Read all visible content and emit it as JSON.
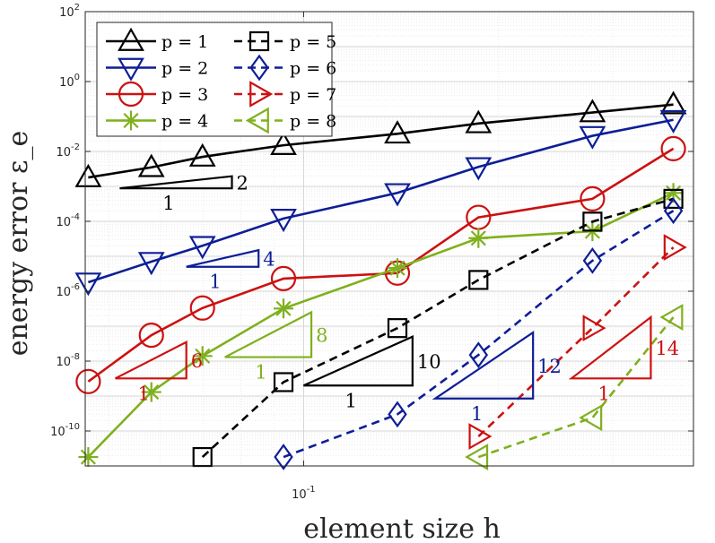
{
  "chart_data": {
    "type": "line",
    "xlabel": "element size h",
    "ylabel": "energy error ε_e",
    "xscale": "log",
    "yscale": "log",
    "xlim": [
      0.046,
      0.4
    ],
    "ylim": [
      1e-11,
      100
    ],
    "xtick_labels": [
      {
        "value": 0.1,
        "label": "10^-1"
      }
    ],
    "ytick_labels": [
      {
        "value": 1e-10,
        "label": "10^-10"
      },
      {
        "value": 1e-08,
        "label": "10^-8"
      },
      {
        "value": 1e-06,
        "label": "10^-6"
      },
      {
        "value": 0.0001,
        "label": "10^-4"
      },
      {
        "value": 0.01,
        "label": "10^-2"
      },
      {
        "value": 1,
        "label": "10^0"
      },
      {
        "value": 100,
        "label": "10^2"
      }
    ],
    "grid": true,
    "legend_position": "top-left",
    "series": [
      {
        "name": "p = 1",
        "color": "#000000",
        "marker": "triangle-up",
        "dashed": false,
        "x": [
          0.0465,
          0.0582,
          0.0698,
          0.0931,
          0.1396,
          0.1862,
          0.2793,
          0.3724
        ],
        "y": [
          0.0018,
          0.0035,
          0.007,
          0.015,
          0.032,
          0.063,
          0.13,
          0.22
        ]
      },
      {
        "name": "p = 2",
        "color": "#0d1e96",
        "marker": "triangle-down",
        "dashed": false,
        "x": [
          0.0465,
          0.0582,
          0.0698,
          0.0931,
          0.1396,
          0.1862,
          0.2793,
          0.3724
        ],
        "y": [
          1.8e-06,
          7e-06,
          2e-05,
          0.00012,
          0.00065,
          0.0036,
          0.028,
          0.08
        ]
      },
      {
        "name": "p = 3",
        "color": "#cc1111",
        "marker": "circle",
        "dashed": false,
        "x": [
          0.0465,
          0.0582,
          0.0698,
          0.0931,
          0.1396,
          0.1862,
          0.2793,
          0.3724
        ],
        "y": [
          2.6e-09,
          5.5e-08,
          3.3e-07,
          2.3e-06,
          3.3e-06,
          0.00013,
          0.00044,
          0.012
        ]
      },
      {
        "name": "p = 4",
        "color": "#7fb01d",
        "marker": "star",
        "dashed": false,
        "x": [
          0.0465,
          0.0582,
          0.0698,
          0.0931,
          0.1396,
          0.1862,
          0.2793,
          0.3724
        ],
        "y": [
          1.8e-11,
          1.3e-09,
          1.4e-08,
          3.2e-07,
          4.6e-06,
          3.3e-05,
          5.2e-05,
          0.00065
        ]
      },
      {
        "name": "p = 5",
        "color": "#000000",
        "marker": "square",
        "dashed": true,
        "x": [
          0.0698,
          0.0931,
          0.1396,
          0.1862,
          0.2793,
          0.3724
        ],
        "y": [
          1.8e-11,
          2.5e-09,
          8.8e-08,
          2.1e-06,
          9.8e-05,
          0.00044
        ]
      },
      {
        "name": "p = 6",
        "color": "#0d1e96",
        "marker": "diamond",
        "dashed": true,
        "x": [
          0.0931,
          0.1396,
          0.1862,
          0.2793,
          0.3724
        ],
        "y": [
          1.8e-11,
          3e-10,
          1.5e-08,
          7.5e-06,
          0.0002
        ]
      },
      {
        "name": "p = 7",
        "color": "#cc1111",
        "marker": "triangle-right",
        "dashed": true,
        "x": [
          0.1862,
          0.2793,
          0.3724
        ],
        "y": [
          7e-11,
          8.8e-08,
          1.8e-05
        ]
      },
      {
        "name": "p = 8",
        "color": "#7fb01d",
        "marker": "triangle-left",
        "dashed": true,
        "x": [
          0.1862,
          0.2793,
          0.3724
        ],
        "y": [
          1.8e-11,
          2.4e-10,
          1.8e-07
        ]
      }
    ],
    "slope_triangles": [
      {
        "label_run": "1",
        "label_rise": "2",
        "color": "#000000",
        "x0": 0.052,
        "x1": 0.0775,
        "y0": 0.00088,
        "y1": 0.00195
      },
      {
        "label_run": "1",
        "label_rise": "4",
        "color": "#0d1e96",
        "x0": 0.0659,
        "x1": 0.0852,
        "y0": 5e-06,
        "y1": 1.5e-05
      },
      {
        "label_run": "1",
        "label_rise": "6",
        "color": "#cc1111",
        "x0": 0.0512,
        "x1": 0.0659,
        "y0": 3.2e-09,
        "y1": 3.5e-08
      },
      {
        "label_run": "1",
        "label_rise": "8",
        "color": "#7fb01d",
        "x0": 0.0756,
        "x1": 0.1028,
        "y0": 1.3e-08,
        "y1": 2.5e-07
      },
      {
        "label_run": "1",
        "label_rise": "10",
        "color": "#000000",
        "x0": 0.1,
        "x1": 0.1473,
        "y0": 2e-09,
        "y1": 5e-08
      },
      {
        "label_run": "1",
        "label_rise": "12",
        "color": "#0d1e96",
        "x0": 0.1597,
        "x1": 0.2261,
        "y0": 8.5e-10,
        "y1": 6.6e-08
      },
      {
        "label_run": "1",
        "label_rise": "14",
        "color": "#cc1111",
        "x0": 0.2592,
        "x1": 0.3437,
        "y0": 3.2e-09,
        "y1": 1.8e-07
      }
    ]
  }
}
